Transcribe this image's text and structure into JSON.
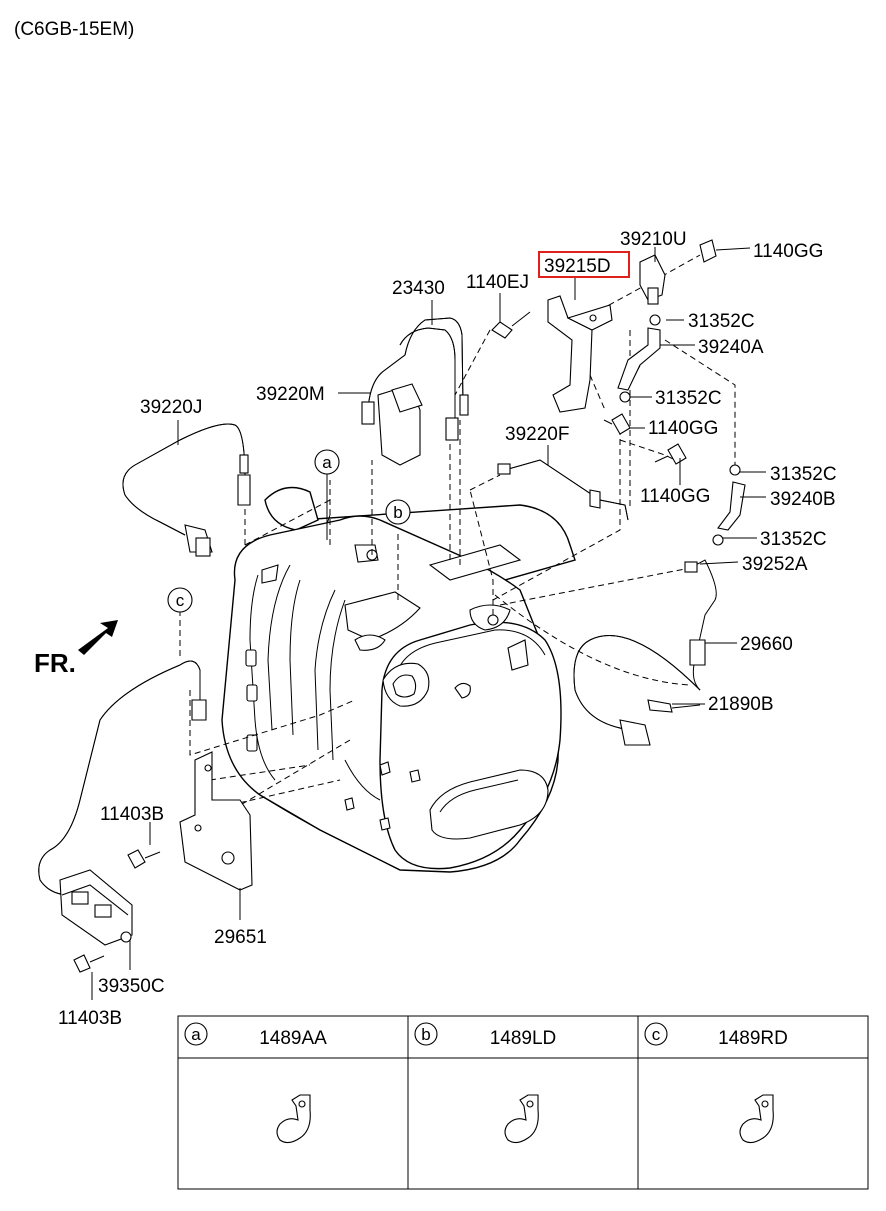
{
  "header": {
    "model_code": "(C6GB-15EM)"
  },
  "direction": {
    "label": "FR."
  },
  "highlight": {
    "part": "39215D",
    "color": "#e0201b"
  },
  "callouts": {
    "p_39210U": "39210U",
    "p_1140GG_a": "1140GG",
    "p_39215D": "39215D",
    "p_23430": "23430",
    "p_1140EJ": "1140EJ",
    "p_31352C_a": "31352C",
    "p_39240A": "39240A",
    "p_39220J": "39220J",
    "p_39220M": "39220M",
    "p_31352C_b": "31352C",
    "p_1140GG_b": "1140GG",
    "p_39220F": "39220F",
    "p_31352C_c": "31352C",
    "p_1140GG_c": "1140GG",
    "p_39240B": "39240B",
    "p_31352C_d": "31352C",
    "p_39252A": "39252A",
    "p_29660": "29660",
    "p_21890B": "21890B",
    "p_11403B_a": "11403B",
    "p_29651": "29651",
    "p_39350C": "39350C",
    "p_11403B_b": "11403B"
  },
  "ref_markers": {
    "a": "a",
    "b": "b",
    "c": "c"
  },
  "legend": [
    {
      "marker": "a",
      "part": "1489AA"
    },
    {
      "marker": "b",
      "part": "1489LD"
    },
    {
      "marker": "c",
      "part": "1489RD"
    }
  ]
}
